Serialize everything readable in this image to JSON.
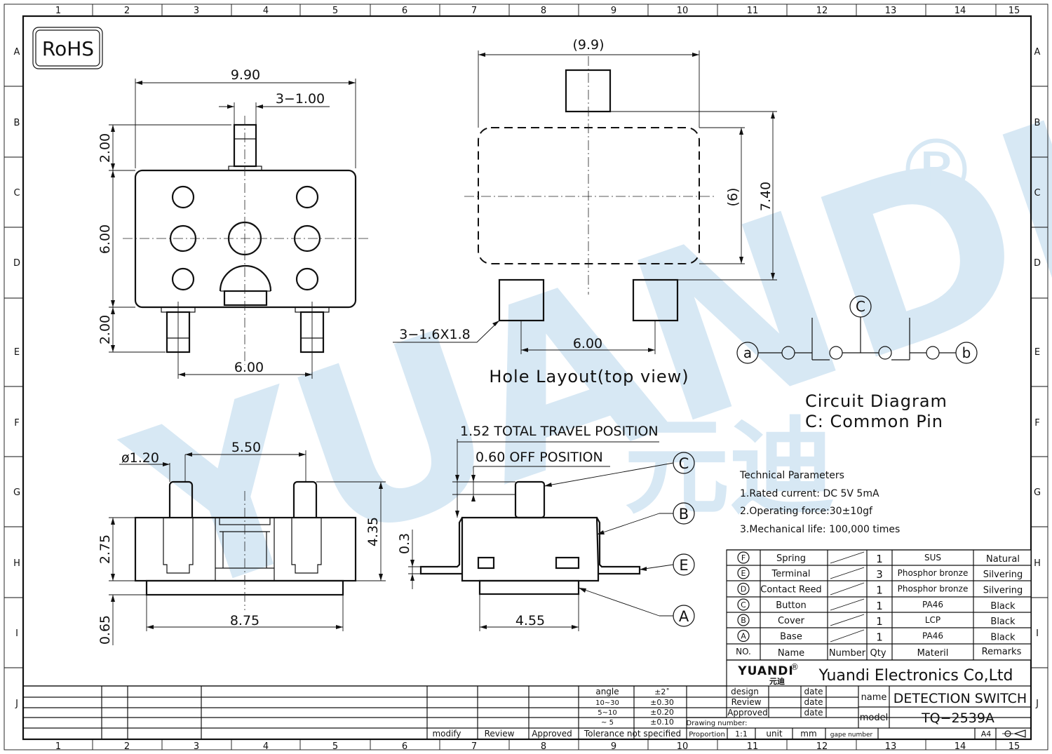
{
  "border": {
    "cols": [
      "1",
      "2",
      "3",
      "4",
      "5",
      "6",
      "7",
      "8",
      "9",
      "10",
      "11",
      "12",
      "13",
      "14",
      "15"
    ],
    "rows": [
      "A",
      "B",
      "C",
      "D",
      "E",
      "F",
      "G",
      "H",
      "I",
      "J"
    ]
  },
  "badge": "RoHS",
  "watermark": {
    "text": "YUANDI",
    "mark": "®",
    "cn": "元迪"
  },
  "views": {
    "top": {
      "d_width": "9.90",
      "d_pins": "3−1.00",
      "d_top": "2.00",
      "d_mid": "6.00",
      "d_bot": "2.00",
      "d_pitch": "6.00"
    },
    "front": {
      "d_dia": "ø1.20",
      "d_pitch": "5.50",
      "d_h1": "2.75",
      "d_h2": "4.35",
      "d_base": "0.65",
      "d_w": "8.75"
    },
    "side": {
      "travel": "1.52 TOTAL TRAVEL POSITION",
      "off": "0.60 OFF POSITION",
      "d_03": "0.3",
      "d_w": "4.55",
      "callouts": [
        "C",
        "B",
        "E",
        "A"
      ]
    },
    "hole": {
      "d_w": "(9.9)",
      "d_h1": "(6)",
      "d_h2": "7.40",
      "d_pad": "3−1.6X1.8",
      "d_pitch": "6.00",
      "caption": "Hole Layout(top view)"
    }
  },
  "circuit": {
    "nodes": [
      "a",
      "C",
      "b"
    ],
    "title": "Circuit Diagram",
    "subtitle": "C: Common Pin"
  },
  "tech": {
    "heading": "Technical Parameters",
    "lines": [
      "1.Rated current: DC 5V 5mA",
      "2.Operating force:30±10gf",
      "3.Mechanical life: 100,000 times"
    ]
  },
  "bom": {
    "rows": [
      {
        "no": "F",
        "name": "Spring",
        "qty": "1",
        "mat": "SUS",
        "rem": "Natural"
      },
      {
        "no": "E",
        "name": "Terminal",
        "qty": "3",
        "mat": "Phosphor bronze",
        "rem": "Silvering"
      },
      {
        "no": "D",
        "name": "Contact Reed",
        "qty": "1",
        "mat": "Phosphor bronze",
        "rem": "Silvering"
      },
      {
        "no": "C",
        "name": "Button",
        "qty": "1",
        "mat": "PA46",
        "rem": "Black"
      },
      {
        "no": "B",
        "name": "Cover",
        "qty": "1",
        "mat": "LCP",
        "rem": "Black"
      },
      {
        "no": "A",
        "name": "Base",
        "qty": "1",
        "mat": "PA46",
        "rem": "Black"
      }
    ],
    "header": {
      "no": "NO.",
      "name": "Name",
      "number": "Number",
      "qty": "Qty",
      "mat": "Materil",
      "rem": "Remarks"
    }
  },
  "title_block": {
    "logo": "YUANDI",
    "logo_cn": "元迪",
    "company": "Yuandi Electronics Co,Ltd",
    "roles": [
      "design",
      "Review",
      "Approved"
    ],
    "date_label": "date",
    "name_label": "name",
    "name_value": "DETECTION SWITCH",
    "model_label": "model",
    "model_value": "TQ−2539A",
    "drawing_number": "Drawing number:",
    "proportion_label": "Proportion",
    "proportion_value": "1:1",
    "unit_label": "unit",
    "unit_value": "mm",
    "gape_number": "gape number",
    "size": "A4",
    "tolerance": [
      {
        "range": "angle",
        "val": "±2˚"
      },
      {
        "range": "10~30",
        "val": "±0.30"
      },
      {
        "range": "5~10",
        "val": "±0.20"
      },
      {
        "range": "~ 5",
        "val": "±0.10"
      }
    ],
    "tolerance_label": "Tolerance not specified",
    "rev_labels": [
      "modify",
      "Review",
      "Approved"
    ]
  }
}
